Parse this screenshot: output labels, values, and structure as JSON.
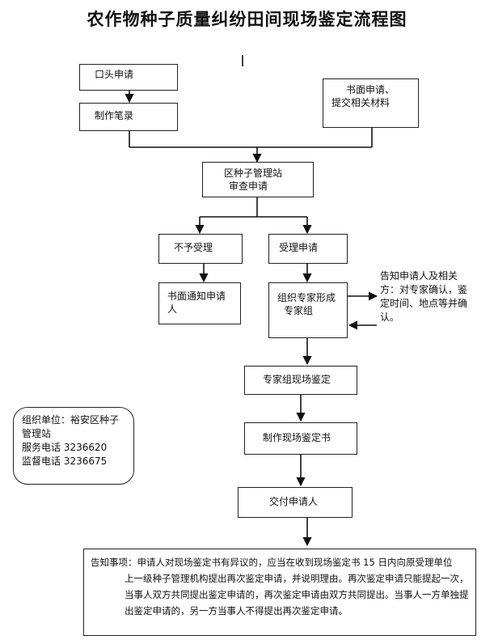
{
  "title": "农作物种子质量纠纷田间现场鉴定流程图",
  "nodes": {
    "oral": "口头申请",
    "record": "制作笔录",
    "written_l1": "书面申请、",
    "written_l2": "提交相关材料",
    "review_l1": "区种子管理站",
    "review_l2": "审查申请",
    "reject": "不予受理",
    "accept": "受理申请",
    "notify_l1": "书面通知申请",
    "notify_l2": "人",
    "form_l1": "组织专家形成",
    "form_l2": "专家组",
    "inform_l1": "告知申请人及相关",
    "inform_l2": "方：对专家确认，鉴",
    "inform_l3": "定时间、地点等并确",
    "inform_l4": "认。",
    "onsite": "专家组现场鉴定",
    "make_book": "制作现场鉴定书",
    "deliver": "交付申请人"
  },
  "org": {
    "l1": "组织单位：裕安区种子",
    "l2": "管理站",
    "l3": "服务电话 3236620",
    "l4": "监督电话 3236675"
  },
  "notice": {
    "l1": "告知事项：申请人对现场鉴定书有异议的，应当在收到现场鉴定书 15 日内向原受理单位",
    "l2": "上一级种子管理机构提出再次鉴定申请，并说明理由。再次鉴定申请只能提起一次，",
    "l3": "当事人双方共同提出鉴定申请的，再次鉴定申请由双方共同提出。当事人一方单独提",
    "l4": "出鉴定申请的，另一方当事人不得提出再次鉴定申请。"
  }
}
